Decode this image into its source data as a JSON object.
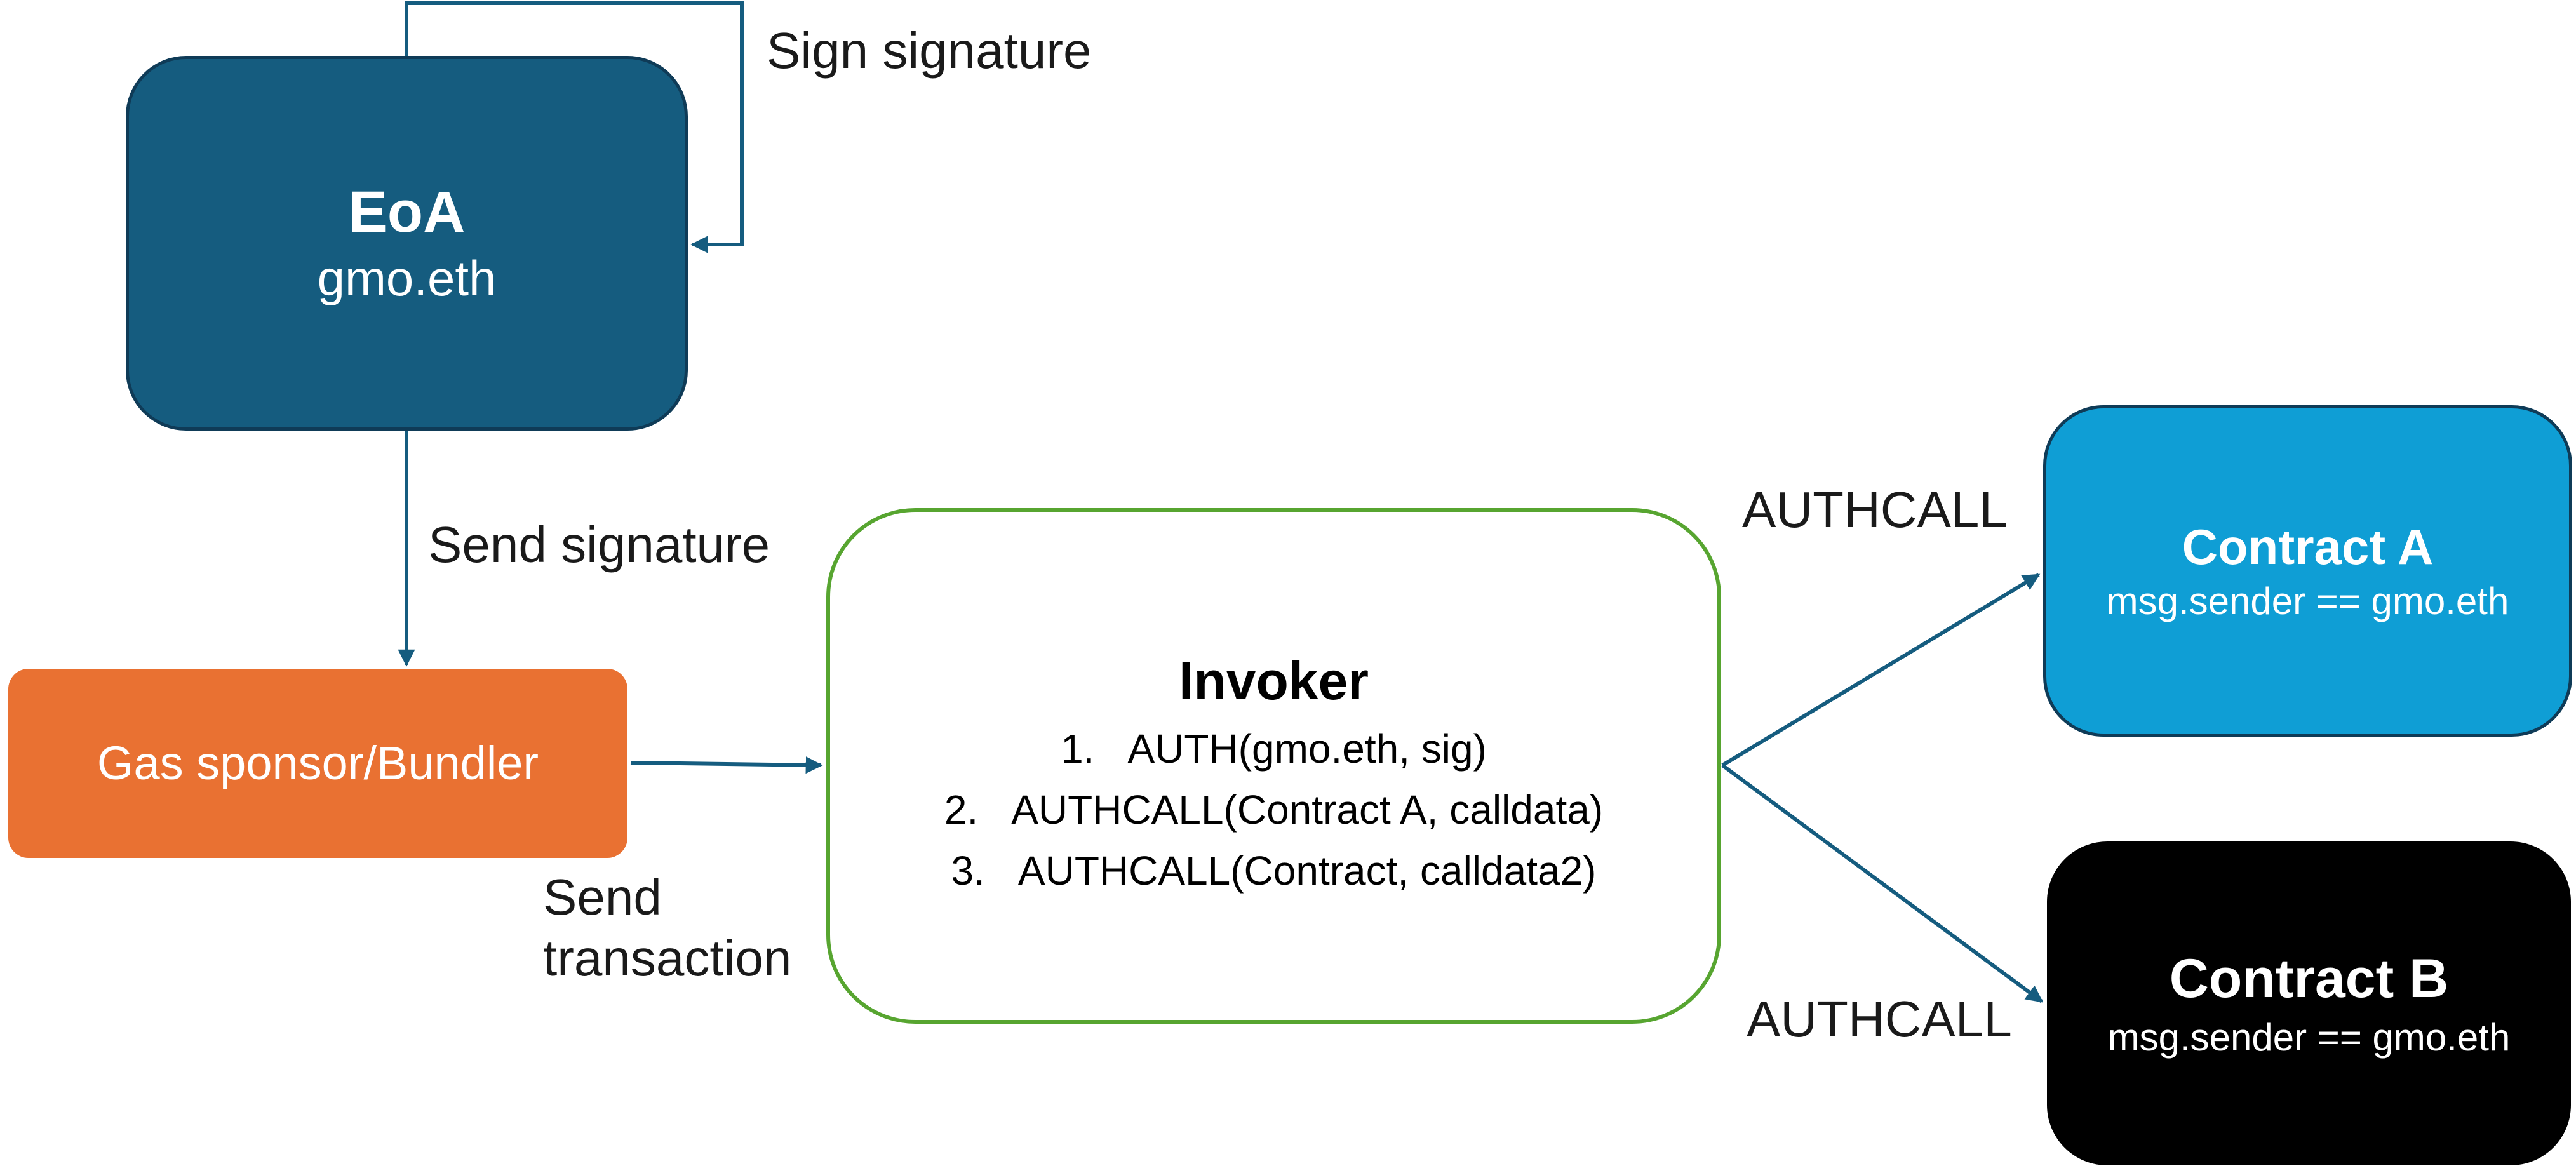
{
  "colors": {
    "eoa": "#155c7f",
    "gas_sponsor": "#e97132",
    "invoker_border": "#57a530",
    "contract_a": "#0f9ed5",
    "contract_b": "#000000",
    "arrow": "#155c7f"
  },
  "nodes": {
    "eoa": {
      "title": "EoA",
      "subtitle": "gmo.eth"
    },
    "gas_sponsor": {
      "label": "Gas sponsor/Bundler"
    },
    "invoker": {
      "title": "Invoker",
      "steps": [
        {
          "num": "1.",
          "text": "AUTH(gmo.eth, sig)"
        },
        {
          "num": "2.",
          "text": "AUTHCALL(Contract A, calldata)"
        },
        {
          "num": "3.",
          "text": "AUTHCALL(Contract, calldata2)"
        }
      ]
    },
    "contract_a": {
      "title": "Contract A",
      "subtitle": "msg.sender == gmo.eth"
    },
    "contract_b": {
      "title": "Contract B",
      "subtitle": "msg.sender == gmo.eth"
    }
  },
  "edges": {
    "sign_signature": "Sign signature",
    "send_signature": "Send signature",
    "send_transaction": "Send transaction",
    "authcall_a": "AUTHCALL",
    "authcall_b": "AUTHCALL"
  }
}
